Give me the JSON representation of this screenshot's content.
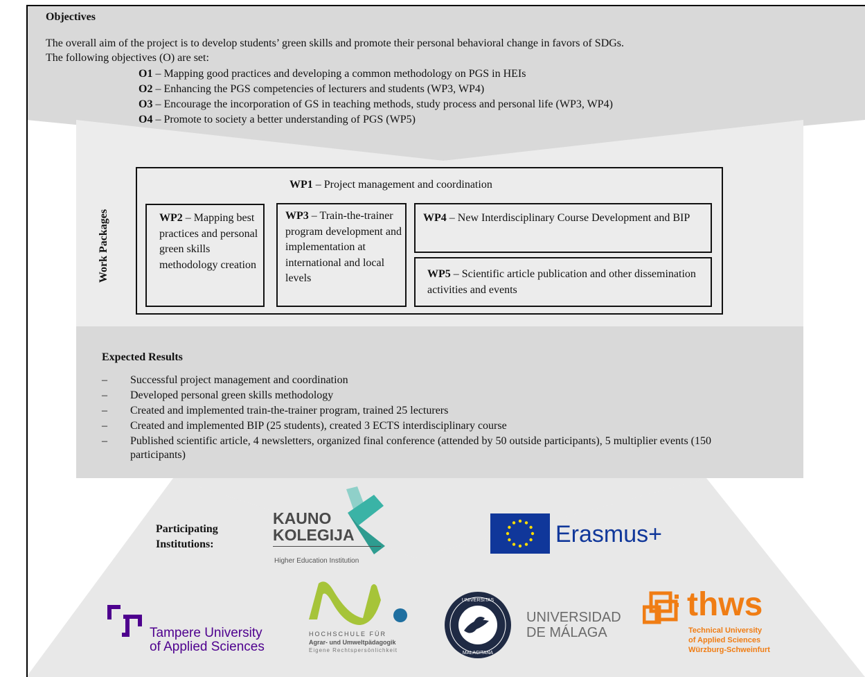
{
  "objectives": {
    "heading": "Objectives",
    "intro_line1": "The overall aim of the project is to develop students’ green skills and promote their personal behavioral change in favors of SDGs.",
    "intro_line2": "The following objectives (O) are set:",
    "items": [
      {
        "code": "O1",
        "text": " – Mapping good practices and developing a common methodology on PGS in HEIs"
      },
      {
        "code": "O2",
        "text": " – Enhancing  the PGS competencies of lecturers and students (WP3, WP4)"
      },
      {
        "code": "O3",
        "text": " – Encourage  the incorporation of GS in teaching methods, study process and personal life (WP3, WP4)"
      },
      {
        "code": "O4",
        "text": " – Promote to society a better understanding of PGS (WP5)"
      }
    ]
  },
  "work_packages": {
    "side_label": "Work Packages",
    "wp1": {
      "code": "WP1",
      "text": " – Project management and coordination"
    },
    "wp2": {
      "code": "WP2",
      "text": " – Mapping best practices and personal green skills methodology creation"
    },
    "wp3": {
      "code": "WP3",
      "text": " – Train-the-trainer program development and implementation at international and local levels"
    },
    "wp4": {
      "code": "WP4",
      "text": " – New Interdisciplinary  Course Development and BIP"
    },
    "wp5": {
      "code": "WP5",
      "text": " – Scientific  article publication and other dissemination activities and events"
    }
  },
  "results": {
    "heading": "Expected Results",
    "dash": "–",
    "items": [
      "Successful project management and coordination",
      "Developed personal green skills methodology",
      "Created and implemented train-the-trainer program, trained 25 lecturers",
      "Created and implemented BIP (25 students), created 3 ECTS interdisciplinary course",
      "Published scientific article, 4 newsletters, organized final conference (attended by 50 outside participants), 5 multiplier events (150 participants)"
    ]
  },
  "institutions": {
    "heading_line1": "Participating",
    "heading_line2": "Institutions:",
    "kauno": {
      "line1": "KAUNO",
      "line2": "KOLEGIJA",
      "sub": "Higher Education Institution"
    },
    "erasmus": {
      "text": "Erasmus+"
    },
    "tampere": {
      "line1": "Tampere University",
      "line2": "of Applied Sciences"
    },
    "hochschule": {
      "line1": "HOCHSCHULE FÜR",
      "line2": "Agrar- und Umweltpädagogik",
      "line3": "Eigene Rechtspersönlichkeit"
    },
    "malaga": {
      "line1": "UNIVERSIDAD",
      "line2": "DE MÁLAGA",
      "seal_top": "UNIVERSITAS",
      "seal_bottom": "MALACITANA"
    },
    "thws": {
      "brand": "thws",
      "line1": "Technical University",
      "line2": "of Applied Sciences",
      "line3": "Würzburg-Schweinfurt"
    }
  },
  "colors": {
    "band_dark": "#d9d9d9",
    "band_light": "#ececec",
    "band_mid": "#e3e3e3",
    "tampere_purple": "#4e008e",
    "erasmus_blue": "#10379a",
    "eu_yellow": "#ffdd00",
    "kauno_teal": "#3ab3a6",
    "kauno_grey": "#4a4a4a",
    "hochschule_green": "#a6c439",
    "hochschule_blue": "#1f6fa0",
    "thws_orange": "#f07d14",
    "malaga_grey": "#6b6b6b"
  }
}
